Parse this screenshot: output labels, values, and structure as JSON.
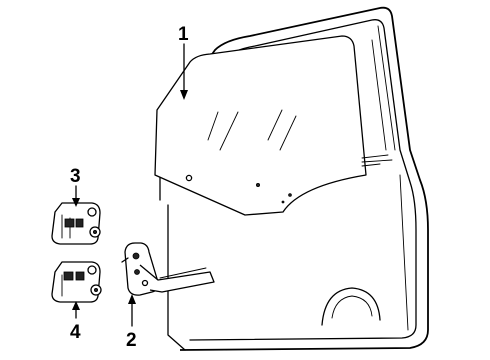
{
  "callouts": [
    {
      "id": "1",
      "text": "1"
    },
    {
      "id": "2",
      "text": "2"
    },
    {
      "id": "3",
      "text": "3"
    },
    {
      "id": "4",
      "text": "4"
    }
  ],
  "parts": [
    {
      "callout": "1",
      "icon": "door-glass"
    },
    {
      "callout": "2",
      "icon": "window-regulator"
    },
    {
      "callout": "3",
      "icon": "upper-hinge"
    },
    {
      "callout": "4",
      "icon": "lower-hinge"
    }
  ],
  "colors": {
    "line": "#000000",
    "background": "#ffffff"
  }
}
